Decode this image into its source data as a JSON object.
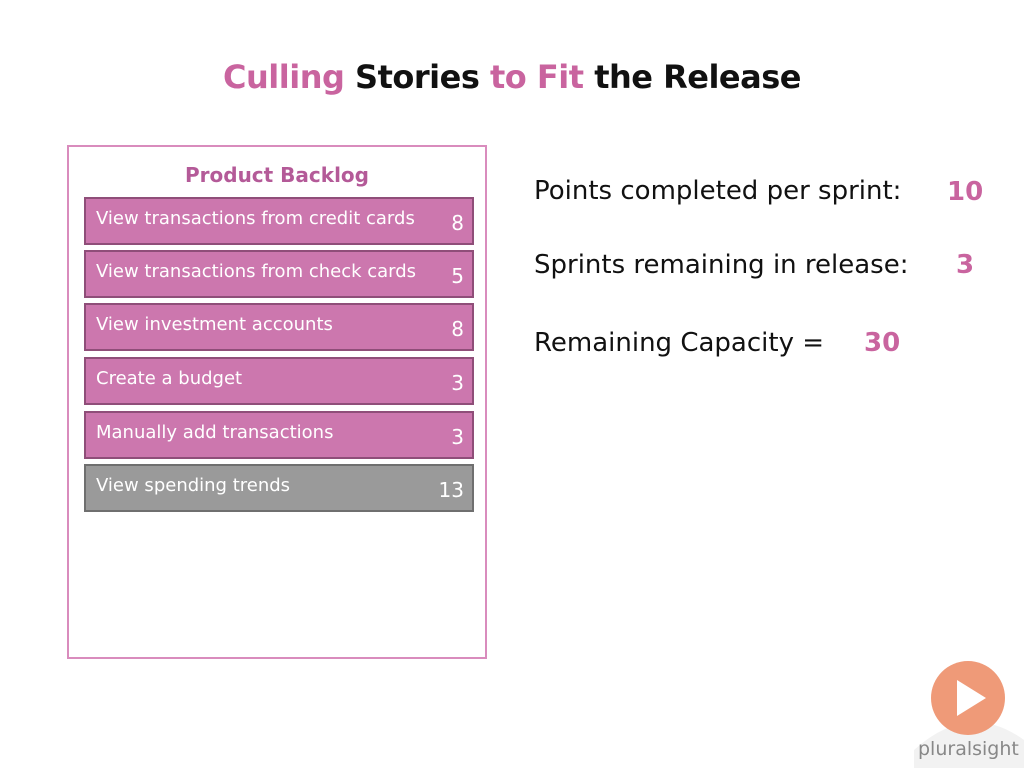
{
  "title": {
    "part1": "Culling",
    "part2": "Stories",
    "part3": "to Fit",
    "part4": "the Release"
  },
  "backlog": {
    "heading": "Product Backlog",
    "stories": [
      {
        "label": "View transactions from credit cards",
        "points": "8",
        "state": "in"
      },
      {
        "label": "View transactions from check cards",
        "points": "5",
        "state": "in"
      },
      {
        "label": "View investment accounts",
        "points": "8",
        "state": "in"
      },
      {
        "label": "Create a budget",
        "points": "3",
        "state": "in"
      },
      {
        "label": "Manually add transactions",
        "points": "3",
        "state": "in"
      },
      {
        "label": "View spending trends",
        "points": "13",
        "state": "culled"
      }
    ]
  },
  "stats": {
    "points_label": "Points completed per sprint:",
    "points_value": "10",
    "sprints_label": "Sprints remaining in release:",
    "sprints_value": "3",
    "capacity_label": "Remaining Capacity =",
    "capacity_value": "30"
  },
  "logo": {
    "text": "pluralsight"
  },
  "colors": {
    "accent": "#c9649f",
    "story": "#cc77ae",
    "culled": "#9a9a9a",
    "logo": "#ef9a78"
  }
}
